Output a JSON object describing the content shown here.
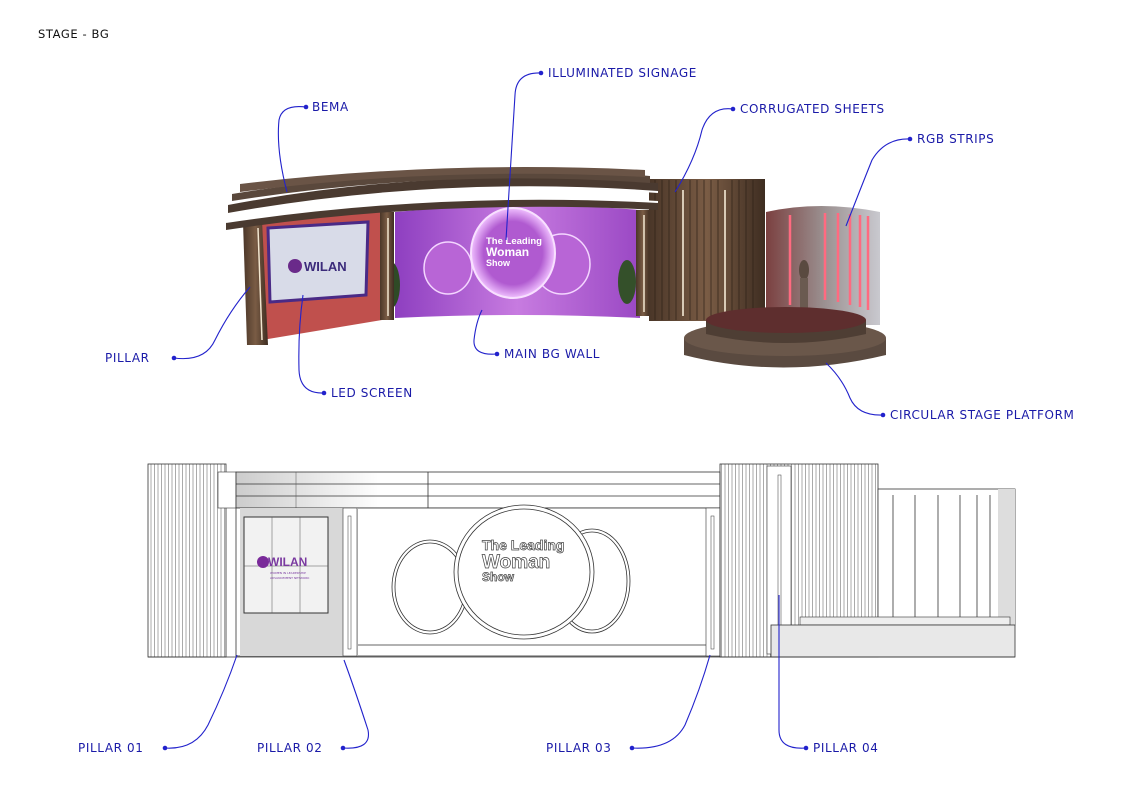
{
  "title": "STAGE - BG",
  "render_labels": {
    "bema": "BEMA",
    "illuminated_signage": "ILLUMINATED SIGNAGE",
    "corrugated_sheets": "CORRUGATED SHEETS",
    "rgb_strips": "RGB STRIPS",
    "pillar": "PILLAR",
    "led_screen": "LED SCREEN",
    "main_bg_wall": "MAIN BG WALL",
    "circular_stage_platform": "CIRCULAR STAGE PLATFORM"
  },
  "elevation_labels": {
    "pillar_01": "PILLAR 01",
    "pillar_02": "PILLAR 02",
    "pillar_03": "PILLAR 03",
    "pillar_04": "PILLAR 04"
  },
  "signage": {
    "line1": "The Leading",
    "line2": "Woman",
    "line3": "Show"
  },
  "screen_logo": {
    "name": "WILAN",
    "tagline1": "WOMEN IN LEADERSHIP",
    "tagline2": "ADVANCEMENT NETWORK"
  },
  "colors": {
    "label": "#1a1aa8",
    "wall": "#b65fd0",
    "pillar_wood": "#5a4434",
    "screen_wall": "#c0504d"
  }
}
